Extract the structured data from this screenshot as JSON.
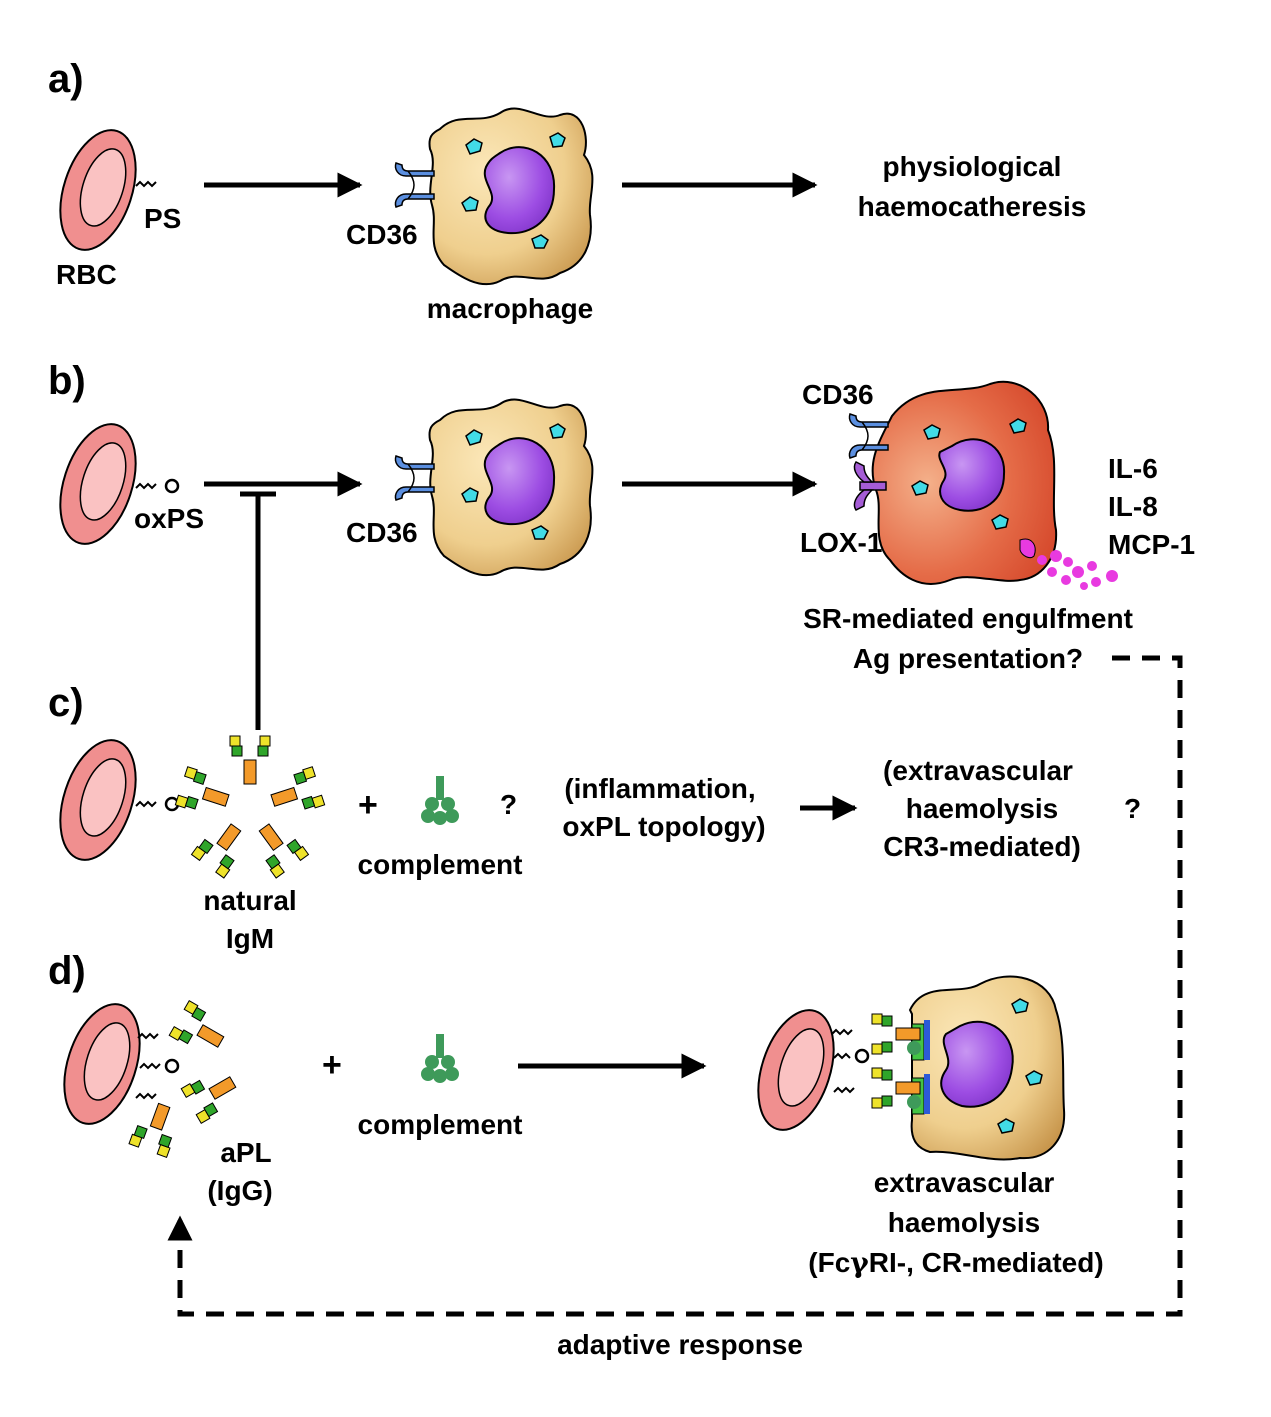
{
  "panels": {
    "a": {
      "letter": "a)",
      "rbc": "RBC",
      "ps": "PS",
      "receptor": "CD36",
      "cell": "macrophage",
      "outcome_line1": "physiological",
      "outcome_line2": "haemocatheresis"
    },
    "b": {
      "letter": "b)",
      "oxps": "oxPS",
      "receptor": "CD36",
      "activated_receptor_top": "CD36",
      "activated_receptor_bottom": "LOX-1",
      "cytokines": [
        "IL-6",
        "IL-8",
        "MCP-1"
      ],
      "outcome_line1": "SR-mediated engulfment",
      "outcome_line2": "Ag presentation?"
    },
    "c": {
      "letter": "c)",
      "antibody_line1": "natural",
      "antibody_line2": "IgM",
      "plus": "+",
      "complement": "complement",
      "question1": "?",
      "condition_line1": "(inflammation,",
      "condition_line2": "oxPL topology)",
      "outcome_line1": "(extravascular",
      "outcome_line2": "haemolysis",
      "outcome_line3": "CR3-mediated)",
      "question2": "?"
    },
    "d": {
      "letter": "d)",
      "antibody_line1": "aPL",
      "antibody_line2": "(IgG)",
      "plus": "+",
      "complement": "complement",
      "outcome_line1": "extravascular",
      "outcome_line2": "haemolysis",
      "outcome_line3_prefix": "(Fc",
      "outcome_line3_gamma": "γ",
      "outcome_line3_suffix": "RI-, CR-mediated)"
    }
  },
  "feedback": "adaptive  response",
  "colors": {
    "rbc_outer": "#f08f8f",
    "rbc_inner": "#fac2c2",
    "macrophage": "#efcf8e",
    "macrophage_shade": "#d2a45c",
    "activated_macrophage": "#e56c48",
    "activated_macrophage_dark": "#cf3a20",
    "nucleus": "#9d4de3",
    "granule": "#42dbe6",
    "cd36": "#5b8fe0",
    "lox1": "#a55cd6",
    "cytokine": "#e83ae0",
    "antibody_orange": "#f39a2a",
    "antibody_green": "#2fa52a",
    "antibody_yellow": "#eee22a",
    "complement": "#3e9a5a"
  }
}
